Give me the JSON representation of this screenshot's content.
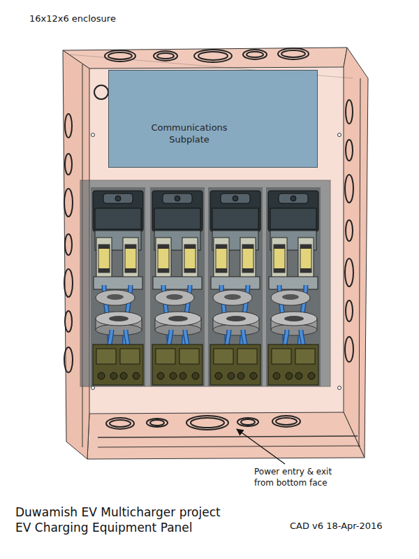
{
  "diagram": {
    "title": "Duwamish EV Multicharger project EV Charging Equipment Panel",
    "nodes": [
      {
        "text": [
          "Communications Subplate"
        ]
      }
    ],
    "labels": [
      "16x12x6 enclosure",
      "Power entry & exit from bottom face",
      "CAD v6 18-Apr-2016"
    ]
  }
}
